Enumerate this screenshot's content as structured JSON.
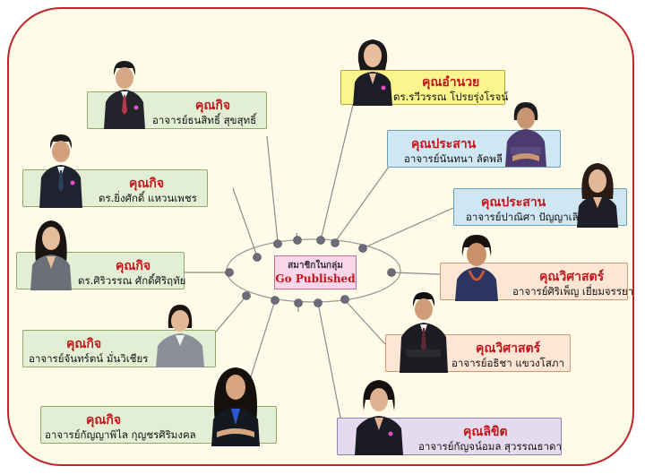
{
  "hub": {
    "line1": "สมาชิกในกลุ่ม",
    "line2": "Go Published"
  },
  "members": [
    {
      "role": "คุณอำนวย",
      "name": "ดร.รวีวรรณ โปรยรุ่งโรจน์"
    },
    {
      "role": "คุณกิจ",
      "name": "อาจารย์ธนสิทธิ์ สุขสุทธิ์"
    },
    {
      "role": "คุณประสาน",
      "name": "อาจารย์นันทนา ลัดพลี"
    },
    {
      "role": "คุณกิจ",
      "name": "ดร.ยิ่งศักดิ์  แหวนเพชร"
    },
    {
      "role": "คุณประสาน",
      "name": "อาจารย์ปาณิศา ปัญญาเลิศ"
    },
    {
      "role": "คุณกิจ",
      "name": "ดร.ศิริวรรณ ศักดิ์ศิริฤทัย"
    },
    {
      "role": "คุณวิศาสตร์",
      "name": "อาจารย์ศิริเพ็ญ  เยี่ยมจรรยา"
    },
    {
      "role": "คุณวิศาสตร์",
      "name": "อาจารย์อธิชา แขวงโสภา"
    },
    {
      "role": "คุณกิจ",
      "name": "อาจารย์จันทร์ตน์ มั่นวิเชียร"
    },
    {
      "role": "คุณกิจ",
      "name": "อาจารย์กัญญาพิไล กุญชรศิริมงคล"
    },
    {
      "role": "คุณลิขิต",
      "name": "อาจารย์กัญจน์อมล สุวรรณธาดา"
    }
  ],
  "colors": {
    "frame": "#c0262c",
    "role_text": "#c4131b",
    "connector": "#8c8c8c",
    "node": "#6b6b7a"
  }
}
